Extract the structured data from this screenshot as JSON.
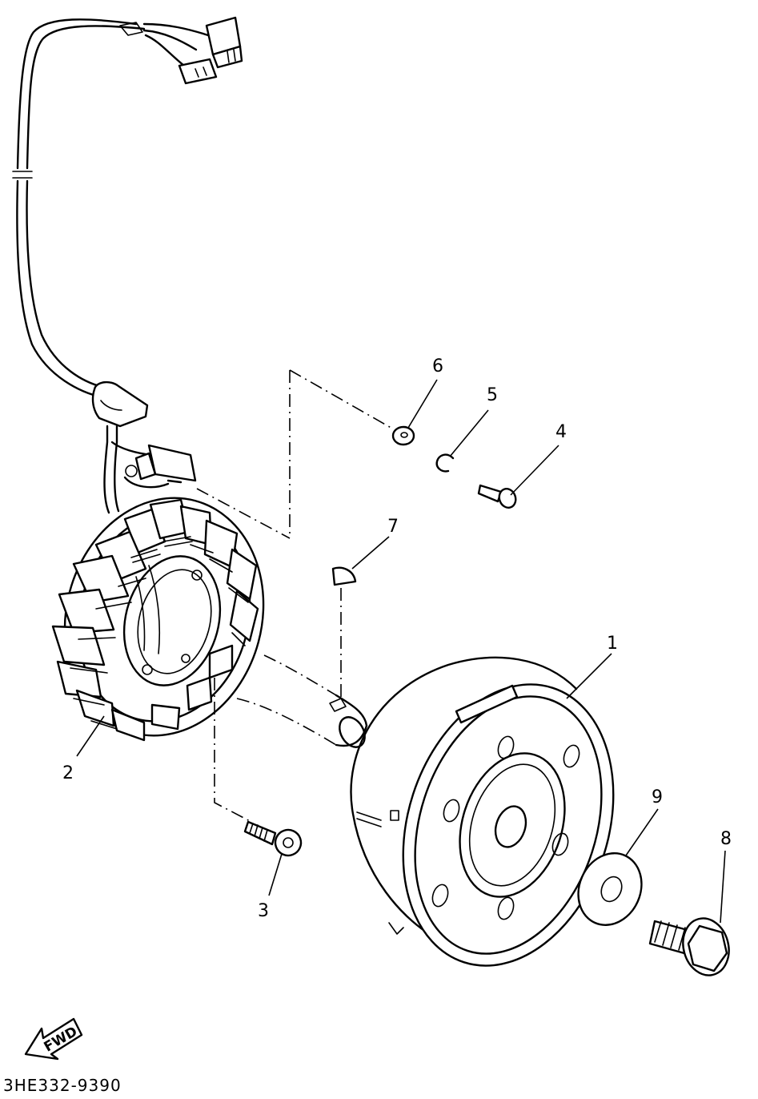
{
  "diagram_code": "3HE332-9390",
  "fwd_label": "FWD",
  "callouts": [
    {
      "id": "1",
      "label": "1"
    },
    {
      "id": "2",
      "label": "2"
    },
    {
      "id": "3",
      "label": "3"
    },
    {
      "id": "4",
      "label": "4"
    },
    {
      "id": "5",
      "label": "5"
    },
    {
      "id": "6",
      "label": "6"
    },
    {
      "id": "7",
      "label": "7"
    },
    {
      "id": "8",
      "label": "8"
    },
    {
      "id": "9",
      "label": "9"
    }
  ]
}
